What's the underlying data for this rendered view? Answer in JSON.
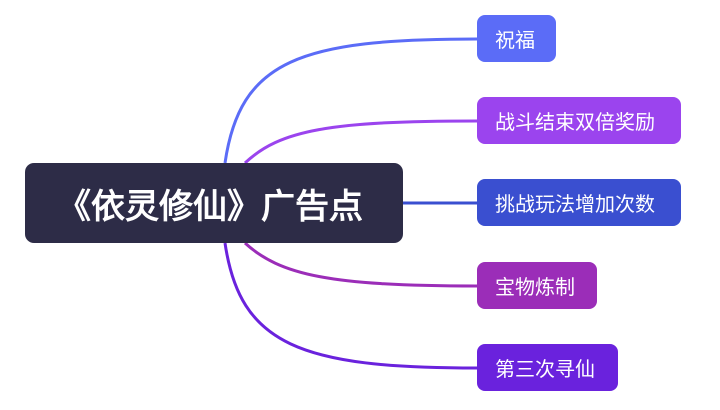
{
  "root": {
    "label": "《依灵修仙》广告点",
    "color": "#2d2c47"
  },
  "children": [
    {
      "label": "祝福",
      "color": "#5b6cf7"
    },
    {
      "label": "战斗结束双倍奖励",
      "color": "#9b44ee"
    },
    {
      "label": "挑战玩法增加次数",
      "color": "#3a4fd0"
    },
    {
      "label": "宝物炼制",
      "color": "#9b2db8"
    },
    {
      "label": "第三次寻仙",
      "color": "#6a22dd"
    }
  ]
}
